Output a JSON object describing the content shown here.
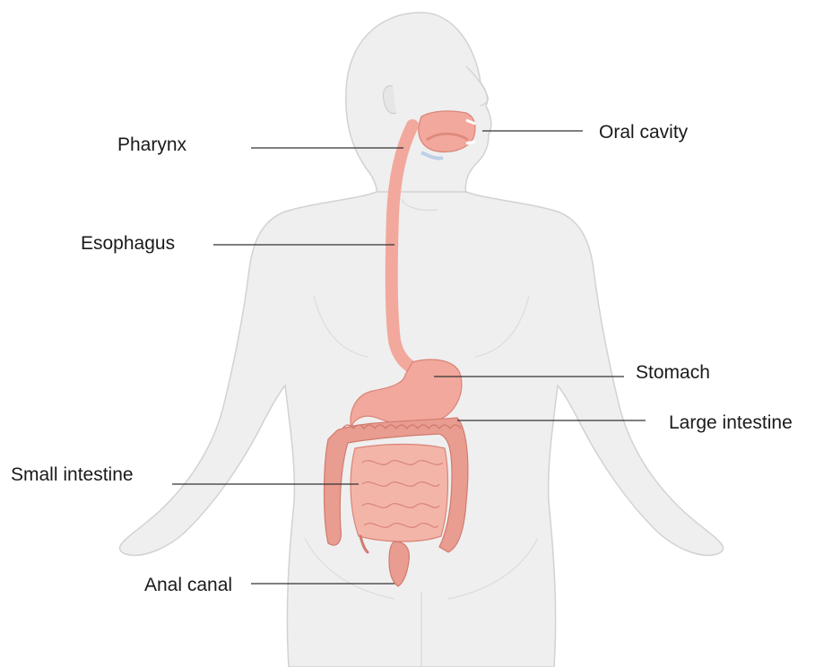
{
  "labels": {
    "oral_cavity": "Oral cavity",
    "pharynx": "Pharynx",
    "esophagus": "Esophagus",
    "stomach": "Stomach",
    "large_intestine": "Large intestine",
    "small_intestine": "Small intestine",
    "anal_canal": "Anal canal"
  },
  "colors": {
    "body_fill": "#efefef",
    "body_outline": "#cfcfcf",
    "digestive_tract": "#f2a89c",
    "digestive_outline": "#d98377",
    "large_intestine": "#e99c90",
    "small_intestine": "#f4b5a9",
    "leader_line": "#333333",
    "label_text": "#1a1a1a"
  }
}
